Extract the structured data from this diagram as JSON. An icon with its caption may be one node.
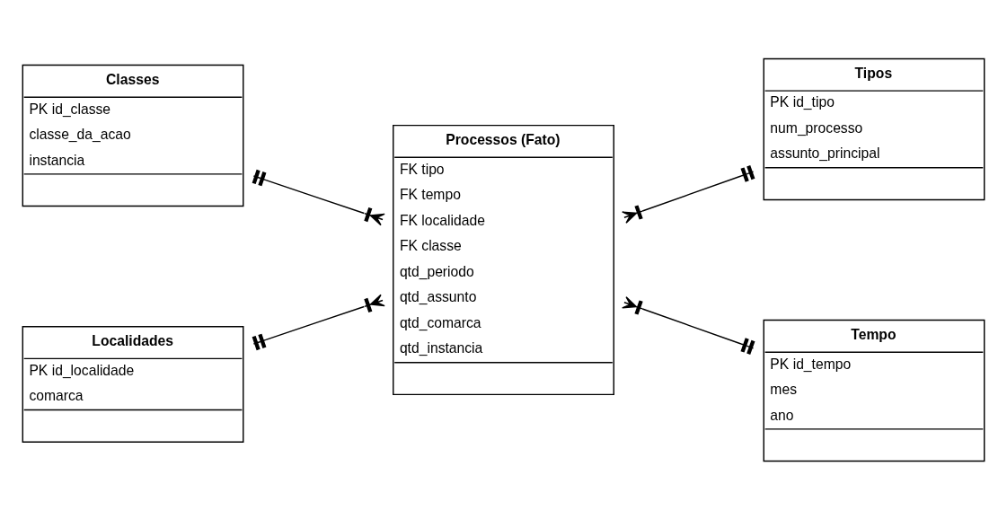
{
  "diagram": {
    "nodes": [
      {
        "text": [
          "Classes",
          "PK id_classe",
          "classe_da_acao",
          "instancia"
        ]
      },
      {
        "text": [
          "Tipos",
          "PK id_tipo",
          "num_processo",
          "assunto_principal"
        ]
      },
      {
        "text": [
          "Processos (Fato)",
          "FK tipo",
          "FK tempo",
          "FK localidade",
          "FK classe",
          "qtd_periodo",
          "qtd_assunto",
          "qtd_comarca",
          "qtd_instancia"
        ]
      },
      {
        "text": [
          "Localidades",
          "PK id_localidade",
          "comarca"
        ]
      },
      {
        "text": [
          "Tempo",
          "PK id_tempo",
          "mes",
          "ano"
        ]
      }
    ],
    "edges": [
      {
        "from": 0,
        "to": 2,
        "arrow": "other"
      },
      {
        "from": 1,
        "to": 2,
        "arrow": "other"
      },
      {
        "from": 3,
        "to": 2,
        "arrow": "other"
      },
      {
        "from": 4,
        "to": 2,
        "arrow": "other"
      }
    ]
  }
}
